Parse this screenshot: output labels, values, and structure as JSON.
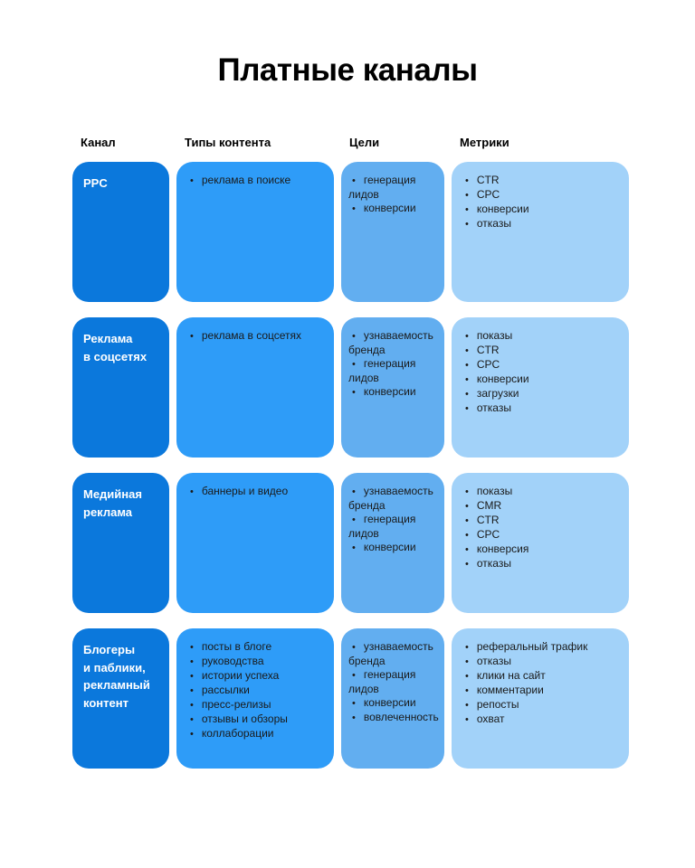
{
  "title": "Платные каналы",
  "bullet": "•",
  "colors": {
    "channel": "#0b78dc",
    "content": "#2e9cf8",
    "goals": "#62aef0",
    "metrics": "#a2d2f9"
  },
  "columns": [
    "Канал",
    "Типы контента",
    "Цели",
    "Метрики"
  ],
  "rows": [
    {
      "channel": "PPC",
      "content_types": [
        "реклама в поиске"
      ],
      "goals": [
        "генерация лидов",
        "конверсии"
      ],
      "metrics": [
        "CTR",
        "CPC",
        "конверсии",
        "отказы"
      ]
    },
    {
      "channel": "Реклама\nв соцсетях",
      "content_types": [
        "реклама в соцсетях"
      ],
      "goals": [
        "узнаваемость бренда",
        "генерация лидов",
        "конверсии"
      ],
      "metrics": [
        "показы",
        "CTR",
        "CPC",
        "конверсии",
        "загрузки",
        "отказы"
      ]
    },
    {
      "channel": "Медийная\nреклама",
      "content_types": [
        "баннеры и видео"
      ],
      "goals": [
        "узнаваемость бренда",
        "генерация лидов",
        "конверсии"
      ],
      "metrics": [
        "показы",
        "CMR",
        "CTR",
        "CPC",
        "конверсия",
        "отказы"
      ]
    },
    {
      "channel": "Блогеры\nи паблики,\nрекламный\nконтент",
      "content_types": [
        "посты в блоге",
        "руководства",
        "истории успеха",
        "рассылки",
        "пресс-релизы",
        "отзывы и обзоры",
        "коллаборации"
      ],
      "goals": [
        "узнаваемость бренда",
        "генерация лидов",
        "конверсии",
        "вовлеченность"
      ],
      "metrics": [
        "реферальный трафик",
        "отказы",
        "клики на сайт",
        "комментарии",
        "репосты",
        "охват"
      ]
    }
  ]
}
